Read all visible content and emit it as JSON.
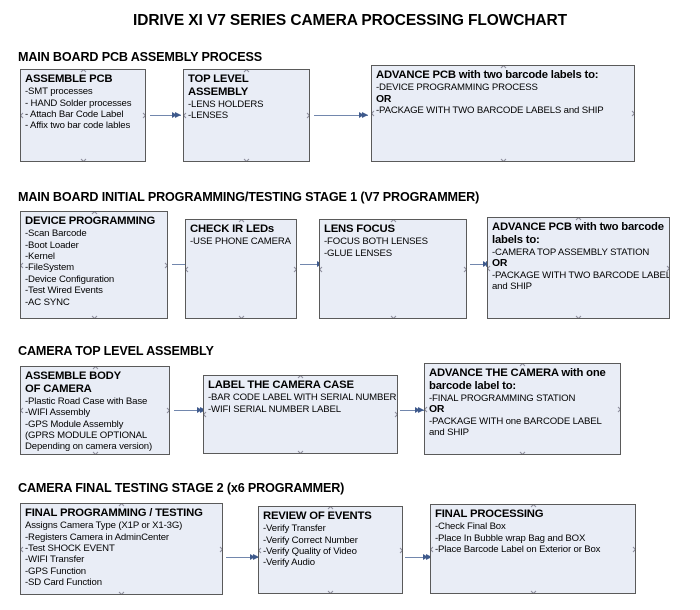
{
  "title": "IDRIVE XI V7 SERIES CAMERA PROCESSING FLOWCHART",
  "colors": {
    "node_fill": "#e9edf6",
    "node_border": "#5a5a5a",
    "connector": "#7287ad",
    "arrowhead": "#3f5a8c",
    "text": "#000000",
    "background": "#ffffff"
  },
  "sections": [
    {
      "heading": "MAIN BOARD PCB ASSEMBLY PROCESS",
      "nodes": [
        {
          "title": "ASSEMBLE PCB",
          "lines": [
            {
              "text": "-SMT processes",
              "bold": false
            },
            {
              "text": "- HAND Solder processes",
              "bold": false
            },
            {
              "text": "- Attach Bar Code Label",
              "bold": false
            },
            {
              "text": "- Affix two bar code lables",
              "bold": false
            }
          ]
        },
        {
          "title": "TOP LEVEL ASSEMBLY",
          "lines": [
            {
              "text": "-LENS HOLDERS",
              "bold": false
            },
            {
              "text": "-LENSES",
              "bold": false
            }
          ]
        },
        {
          "title": "ADVANCE PCB with two barcode labels to:",
          "lines": [
            {
              "text": "-DEVICE PROGRAMMING PROCESS",
              "bold": false
            },
            {
              "text": "OR",
              "bold": true
            },
            {
              "text": "-PACKAGE WITH TWO BARCODE LABELS and SHIP",
              "bold": false
            }
          ]
        }
      ]
    },
    {
      "heading": "MAIN BOARD INITIAL PROGRAMMING/TESTING STAGE 1 (V7 PROGRAMMER)",
      "nodes": [
        {
          "title": "DEVICE PROGRAMMING",
          "lines": [
            {
              "text": "-Scan Barcode",
              "bold": false
            },
            {
              "text": "-Boot Loader",
              "bold": false
            },
            {
              "text": "-Kernel",
              "bold": false
            },
            {
              "text": "-FileSystem",
              "bold": false
            },
            {
              "text": "-Device Configuration",
              "bold": false
            },
            {
              "text": "-Test Wired Events",
              "bold": false
            },
            {
              "text": "-AC SYNC",
              "bold": false
            }
          ]
        },
        {
          "title": "CHECK IR LEDs",
          "lines": [
            {
              "text": "-USE PHONE CAMERA",
              "bold": false
            }
          ]
        },
        {
          "title": "LENS FOCUS",
          "lines": [
            {
              "text": "-FOCUS BOTH LENSES",
              "bold": false
            },
            {
              "text": "-GLUE LENSES",
              "bold": false
            }
          ]
        },
        {
          "title": "ADVANCE PCB with two barcode labels to:",
          "lines": [
            {
              "text": "-CAMERA TOP ASSEMBLY STATION",
              "bold": false
            },
            {
              "text": "OR",
              "bold": true
            },
            {
              "text": "-PACKAGE WITH TWO BARCODE LABELS",
              "bold": false
            },
            {
              "text": "and SHIP",
              "bold": false
            }
          ]
        }
      ]
    },
    {
      "heading": "CAMERA TOP LEVEL ASSEMBLY",
      "nodes": [
        {
          "title": "ASSEMBLE BODY OF CAMERA",
          "lines": [
            {
              "text": "-Plastic Road Case with Base",
              "bold": false
            },
            {
              "text": "-WIFI Assembly",
              "bold": false
            },
            {
              "text": "-GPS Module Assembly",
              "bold": false
            },
            {
              "text": "(GPRS MODULE OPTIONAL",
              "bold": false
            },
            {
              "text": "Depending on camera version)",
              "bold": false
            }
          ]
        },
        {
          "title": "LABEL THE CAMERA CASE",
          "lines": [
            {
              "text": "-BAR CODE LABEL WITH SERIAL NUMBER",
              "bold": false
            },
            {
              "text": "-WIFI SERIAL NUMBER LABEL",
              "bold": false
            }
          ]
        },
        {
          "title": "ADVANCE THE CAMERA with one barcode label to:",
          "lines": [
            {
              "text": "-FINAL PROGRAMMING STATION",
              "bold": false
            },
            {
              "text": "OR",
              "bold": true
            },
            {
              "text": "-PACKAGE WITH one BARCODE LABEL",
              "bold": false
            },
            {
              "text": "and SHIP",
              "bold": false
            }
          ]
        }
      ]
    },
    {
      "heading": "CAMERA FINAL TESTING STAGE 2 (x6 PROGRAMMER)",
      "nodes": [
        {
          "title": "FINAL PROGRAMMING / TESTING",
          "lines": [
            {
              "text": "Assigns Camera Type (X1P or X1-3G)",
              "bold": false
            },
            {
              "text": "-Registers Camera in AdminCenter",
              "bold": false
            },
            {
              "text": "-Test SHOCK EVENT",
              "bold": false
            },
            {
              "text": "-WIFI Transfer",
              "bold": false
            },
            {
              "text": "-GPS Function",
              "bold": false
            },
            {
              "text": "-SD Card Function",
              "bold": false
            }
          ]
        },
        {
          "title": "REVIEW OF EVENTS",
          "lines": [
            {
              "text": "-Verify Transfer",
              "bold": false
            },
            {
              "text": "-Verify Correct Number",
              "bold": false
            },
            {
              "text": "-Verify Quality of Video",
              "bold": false
            },
            {
              "text": "-Verify Audio",
              "bold": false
            }
          ]
        },
        {
          "title": "FINAL PROCESSING",
          "lines": [
            {
              "text": " -Check Final Box",
              "bold": false
            },
            {
              "text": "-Place In Bubble wrap Bag and BOX",
              "bold": false
            },
            {
              "text": "-Place Barcode Label on Exterior or Box",
              "bold": false
            }
          ]
        }
      ]
    }
  ]
}
